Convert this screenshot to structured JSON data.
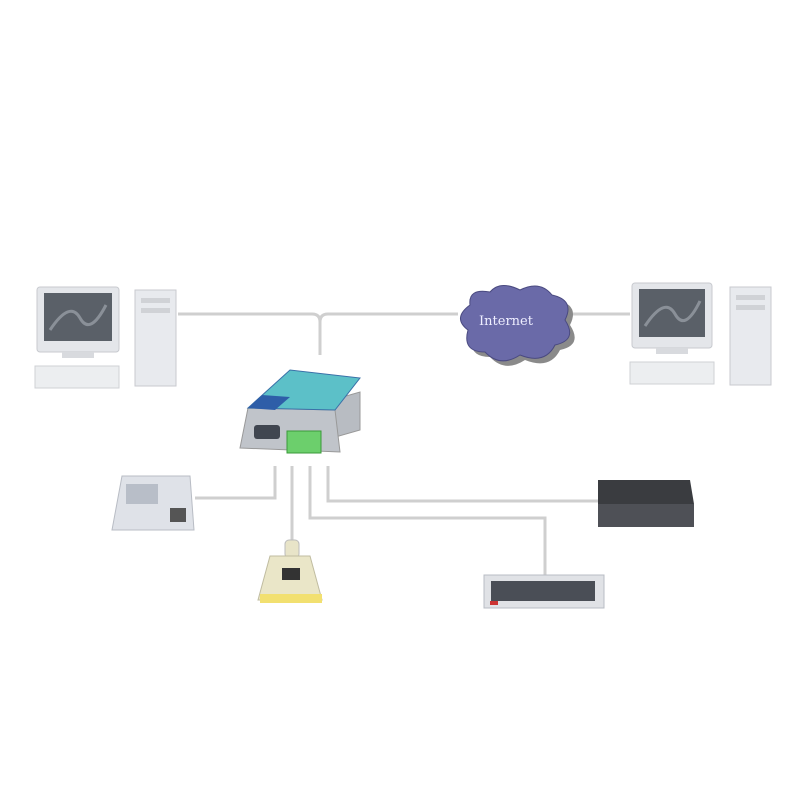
{
  "diagram": {
    "internet_label": "Internet",
    "colors": {
      "cloud": "#6a6aa8",
      "connector": "#cfcfcf",
      "device_body": "#5cc0c8",
      "terminal_block": "#6ccf6c"
    },
    "nodes": [
      {
        "name": "left-computer",
        "icon": "desktop-pc-icon"
      },
      {
        "name": "internet-cloud",
        "icon": "cloud-icon"
      },
      {
        "name": "right-computer",
        "icon": "desktop-pc-icon"
      },
      {
        "name": "serial-device-server",
        "icon": "serial-server-icon"
      },
      {
        "name": "pos-printer",
        "icon": "printer-icon"
      },
      {
        "name": "barcode-scanner",
        "icon": "barcode-scanner-icon"
      },
      {
        "name": "display-device",
        "icon": "display-icon"
      },
      {
        "name": "dvr-box",
        "icon": "dvr-icon"
      }
    ]
  }
}
